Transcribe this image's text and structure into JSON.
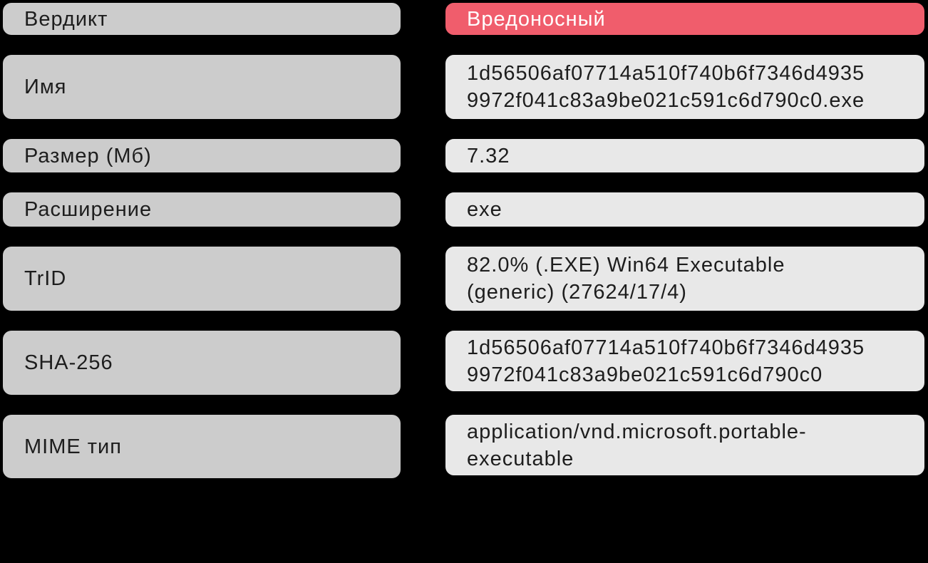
{
  "theme": {
    "background": "#000000",
    "label_box_color": "#cccccc",
    "value_box_color": "#e8e8e8",
    "verdict_box_color": "#f05d6c",
    "verdict_text_color": "#ffffff",
    "text_color": "#1d1d1d"
  },
  "report": {
    "rows": [
      {
        "label": "Вердикт",
        "value": "Вредоносный"
      },
      {
        "label": "Имя",
        "value": "1d56506af07714a510f740b6f7346d4935\n9972f041c83a9be021c591c6d790c0.exe"
      },
      {
        "label": "Размер (Мб)",
        "value": "7.32"
      },
      {
        "label": "Расширение",
        "value": "exe"
      },
      {
        "label": "TrID",
        "value": "82.0% (.EXE) Win64 Executable\n(generic) (27624/17/4)"
      },
      {
        "label": "SHA-256",
        "value": "1d56506af07714a510f740b6f7346d4935\n9972f041c83a9be021c591c6d790c0"
      },
      {
        "label": "MIME тип",
        "value": "application/vnd.microsoft.portable-\nexecutable"
      }
    ]
  }
}
